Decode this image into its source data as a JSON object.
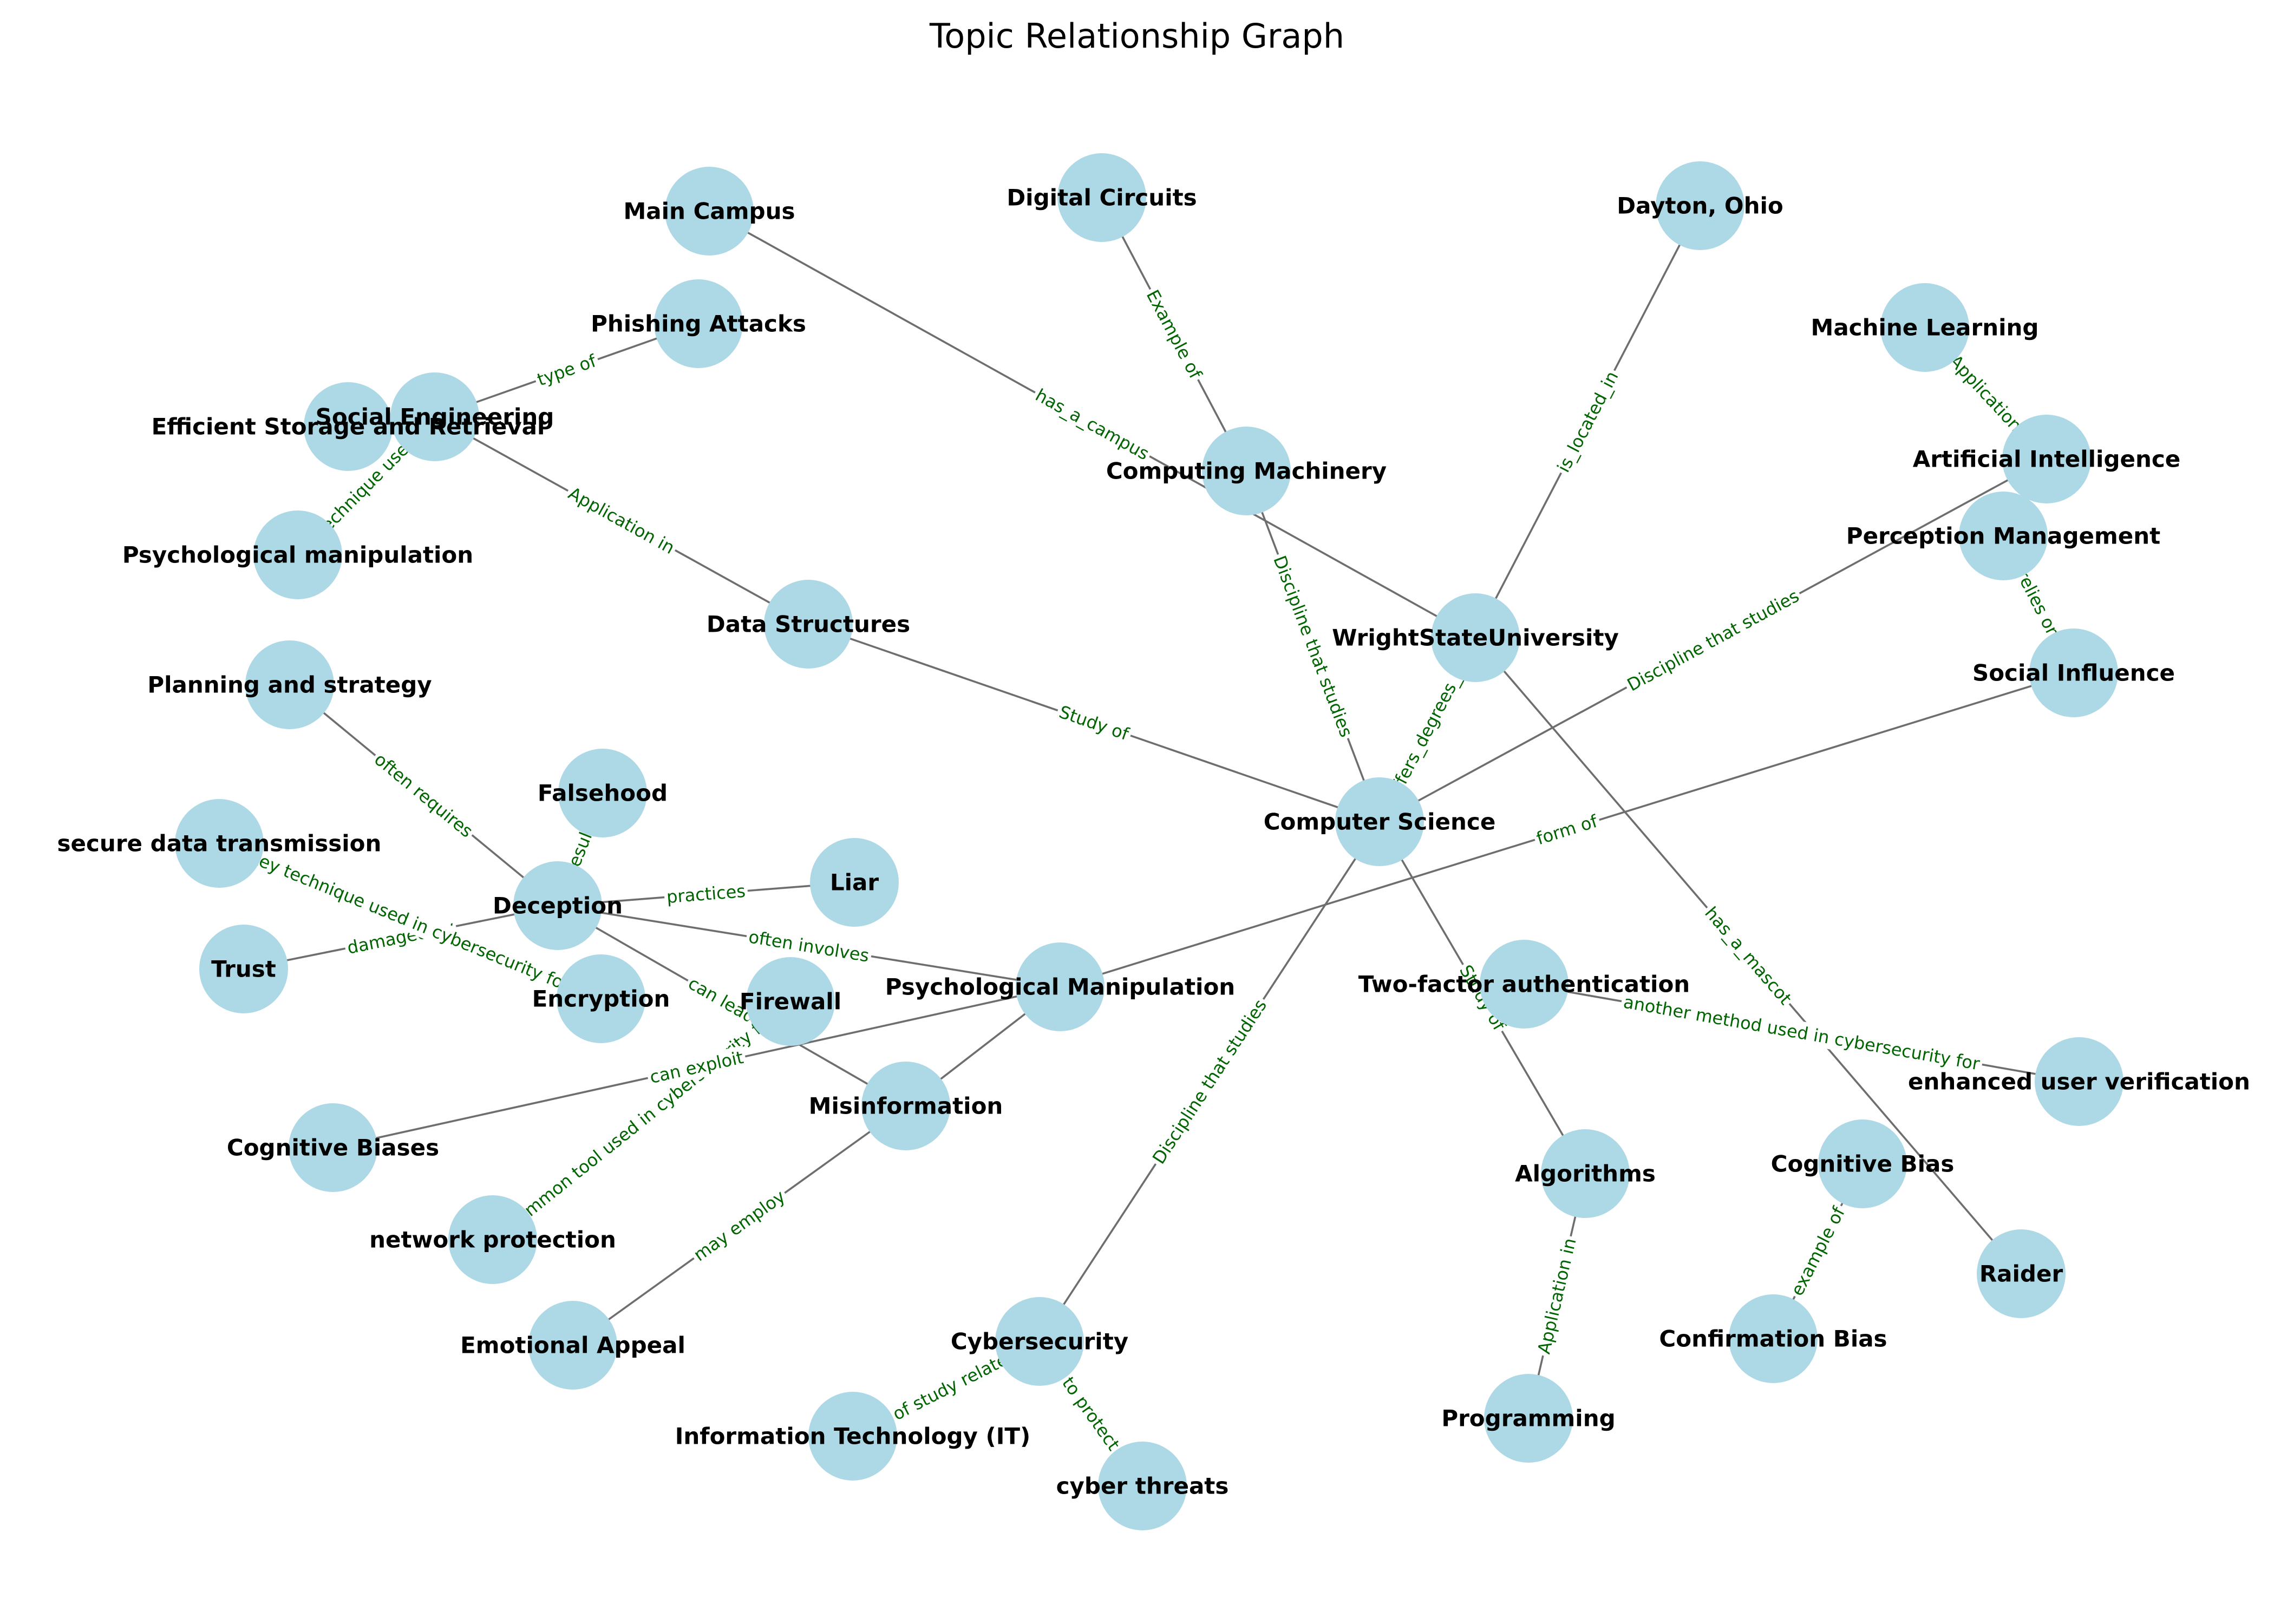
{
  "title": "Topic Relationship Graph",
  "node_color": "#add8e6",
  "edge_color": "#6e6e6e",
  "edge_label_color": "#006400",
  "nodes": [
    {
      "id": "main_campus",
      "label": "Main Campus"
    },
    {
      "id": "digital_circuits",
      "label": "Digital Circuits"
    },
    {
      "id": "dayton",
      "label": "Dayton, Ohio"
    },
    {
      "id": "phishing",
      "label": "Phishing Attacks"
    },
    {
      "id": "machine_learning",
      "label": "Machine Learning"
    },
    {
      "id": "efficient_storage",
      "label": "Efficient Storage and Retrieval"
    },
    {
      "id": "social_engineering",
      "label": "Social Engineering"
    },
    {
      "id": "computing_machinery",
      "label": "Computing Machinery"
    },
    {
      "id": "artificial_intelligence",
      "label": "Artificial Intelligence"
    },
    {
      "id": "psych_manipulation_lower",
      "label": "Psychological manipulation"
    },
    {
      "id": "perception_management",
      "label": "Perception Management"
    },
    {
      "id": "data_structures",
      "label": "Data Structures"
    },
    {
      "id": "wright_state",
      "label": "WrightStateUniversity"
    },
    {
      "id": "social_influence",
      "label": "Social Influence"
    },
    {
      "id": "planning_strategy",
      "label": "Planning and strategy"
    },
    {
      "id": "falsehood",
      "label": "Falsehood"
    },
    {
      "id": "computer_science",
      "label": "Computer Science"
    },
    {
      "id": "secure_data",
      "label": "secure data transmission"
    },
    {
      "id": "liar",
      "label": "Liar"
    },
    {
      "id": "deception",
      "label": "Deception"
    },
    {
      "id": "trust",
      "label": "Trust"
    },
    {
      "id": "two_factor",
      "label": "Two-factor authentication"
    },
    {
      "id": "firewall",
      "label": "Firewall"
    },
    {
      "id": "psych_manipulation",
      "label": "Psychological Manipulation"
    },
    {
      "id": "encryption",
      "label": "Encryption"
    },
    {
      "id": "enhanced_verification",
      "label": "enhanced user verification"
    },
    {
      "id": "misinformation",
      "label": "Misinformation"
    },
    {
      "id": "cognitive_biases",
      "label": "Cognitive Biases"
    },
    {
      "id": "cognitive_bias",
      "label": "Cognitive Bias"
    },
    {
      "id": "algorithms",
      "label": "Algorithms"
    },
    {
      "id": "network_protection",
      "label": "network protection"
    },
    {
      "id": "raider",
      "label": "Raider"
    },
    {
      "id": "emotional_appeal",
      "label": "Emotional Appeal"
    },
    {
      "id": "cybersecurity",
      "label": "Cybersecurity"
    },
    {
      "id": "confirmation_bias",
      "label": "Confirmation Bias"
    },
    {
      "id": "programming",
      "label": "Programming"
    },
    {
      "id": "information_technology",
      "label": "Information Technology (IT)"
    },
    {
      "id": "cyber_threats",
      "label": "cyber threats"
    }
  ],
  "edges": [
    {
      "source": "main_campus",
      "target": "wright_state",
      "label": "has_a_campus"
    },
    {
      "source": "digital_circuits",
      "target": "computing_machinery",
      "label": "Example of"
    },
    {
      "source": "dayton",
      "target": "wright_state",
      "label": "is_located_in"
    },
    {
      "source": "phishing",
      "target": "social_engineering",
      "label": "type of"
    },
    {
      "source": "social_engineering",
      "target": "psych_manipulation_lower",
      "label": "technique used"
    },
    {
      "source": "social_engineering",
      "target": "data_structures",
      "label": "Application in"
    },
    {
      "source": "machine_learning",
      "target": "artificial_intelligence",
      "label": "Application"
    },
    {
      "source": "perception_management",
      "target": "social_influence",
      "label": "relies on"
    },
    {
      "source": "computing_machinery",
      "target": "computer_science",
      "label": "Discipline that studies"
    },
    {
      "source": "artificial_intelligence",
      "target": "computer_science",
      "label": "Discipline that studies"
    },
    {
      "source": "data_structures",
      "target": "computer_science",
      "label": "Study of"
    },
    {
      "source": "wright_state",
      "target": "computer_science",
      "label": "offers_degrees_in"
    },
    {
      "source": "wright_state",
      "target": "raider",
      "label": "has_a_mascot"
    },
    {
      "source": "social_influence",
      "target": "psych_manipulation",
      "label": "form of"
    },
    {
      "source": "planning_strategy",
      "target": "deception",
      "label": "often requires"
    },
    {
      "source": "falsehood",
      "target": "deception",
      "label": "result"
    },
    {
      "source": "deception",
      "target": "liar",
      "label": "practices"
    },
    {
      "source": "deception",
      "target": "trust",
      "label": "damaged by"
    },
    {
      "source": "deception",
      "target": "psych_manipulation",
      "label": "often involves"
    },
    {
      "source": "deception",
      "target": "misinformation",
      "label": "can lead to"
    },
    {
      "source": "secure_data",
      "target": "encryption",
      "label": "key technique used in cybersecurity for"
    },
    {
      "source": "firewall",
      "target": "network_protection",
      "label": "common tool used in cybersecurity for"
    },
    {
      "source": "psych_manipulation",
      "target": "cognitive_biases",
      "label": "can exploit"
    },
    {
      "source": "psych_manipulation",
      "target": "misinformation",
      "label": ""
    },
    {
      "source": "misinformation",
      "target": "emotional_appeal",
      "label": "may employ"
    },
    {
      "source": "computer_science",
      "target": "cybersecurity",
      "label": "Discipline that studies"
    },
    {
      "source": "computer_science",
      "target": "algorithms",
      "label": "Study of"
    },
    {
      "source": "two_factor",
      "target": "enhanced_verification",
      "label": "another method used in cybersecurity for"
    },
    {
      "source": "algorithms",
      "target": "programming",
      "label": "Application in"
    },
    {
      "source": "cognitive_bias",
      "target": "confirmation_bias",
      "label": "example of"
    },
    {
      "source": "cybersecurity",
      "target": "information_technology",
      "label": "field of study related to"
    },
    {
      "source": "cybersecurity",
      "target": "cyber_threats",
      "label": "to protect"
    }
  ]
}
